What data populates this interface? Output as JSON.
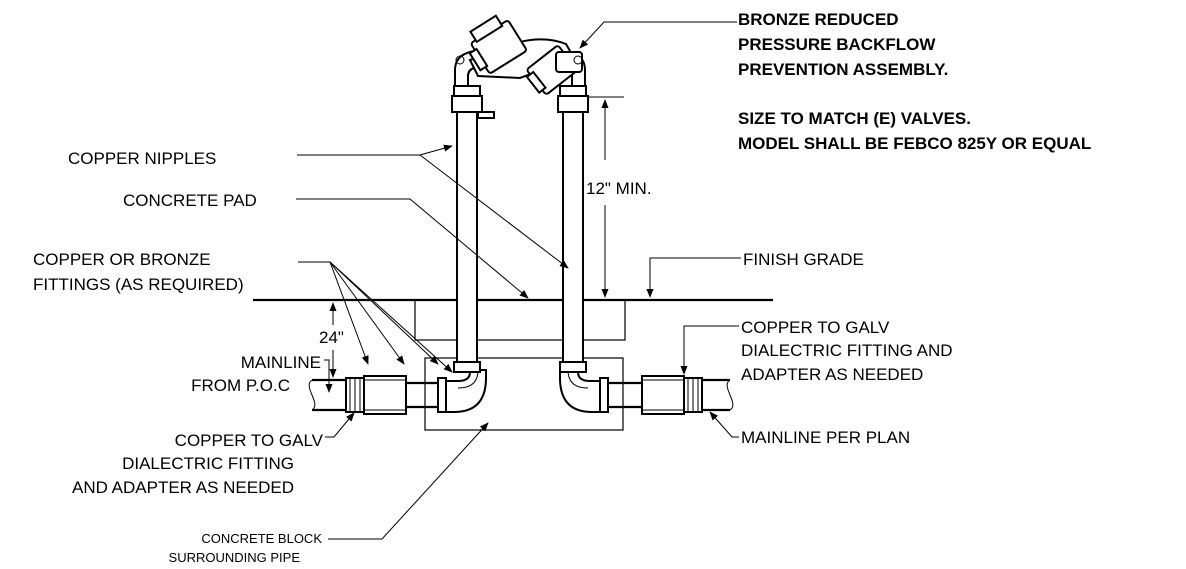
{
  "callouts": {
    "copper_nipples": "COPPER NIPPLES",
    "concrete_pad": "CONCRETE PAD",
    "fittings": [
      "COPPER OR BRONZE",
      "FITTINGS (AS REQUIRED)"
    ],
    "mainline_from_poc": [
      "MAINLINE",
      "FROM P.O.C"
    ],
    "dialectric_left": [
      "COPPER TO GALV",
      "DIALECTRIC FITTING",
      "AND ADAPTER AS NEEDED"
    ],
    "concrete_block": [
      "CONCRETE BLOCK",
      "SURROUNDING PIPE"
    ],
    "backflow": [
      "BRONZE REDUCED",
      "PRESSURE BACKFLOW",
      "PREVENTION ASSEMBLY."
    ],
    "size_note": [
      "SIZE TO MATCH (E) VALVES.",
      "MODEL SHALL BE FEBCO 825Y OR EQUAL"
    ],
    "finish_grade": "FINISH GRADE",
    "dialectric_right": [
      "COPPER TO GALV",
      "DIALECTRIC FITTING AND",
      "ADAPTER AS NEEDED"
    ],
    "mainline_per_plan": "MAINLINE PER PLAN"
  },
  "dimensions": {
    "min_height": "12\" MIN.",
    "depth": "24\""
  }
}
